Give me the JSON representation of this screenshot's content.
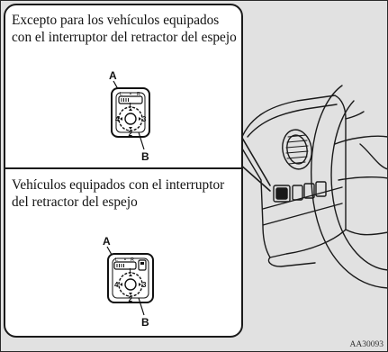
{
  "figure": {
    "reference_code": "AA30093",
    "panel_top": {
      "caption": "Excepto para los vehículos equipados con el interruptor del retractor del espejo",
      "label_a": "A",
      "label_b": "B",
      "selector_left": "L",
      "selector_center": "•",
      "selector_right": "R",
      "dir_up": "1",
      "dir_down": "2",
      "dir_right": "3",
      "dir_left": "4"
    },
    "panel_bottom": {
      "caption": "Vehículos equipados con el interruptor del retractor del espejo",
      "label_a": "A",
      "label_b": "B",
      "selector_left": "L",
      "selector_center": "•",
      "selector_right": "R",
      "dir_up": "1",
      "dir_down": "2",
      "dir_right": "3",
      "dir_left": "4"
    }
  }
}
